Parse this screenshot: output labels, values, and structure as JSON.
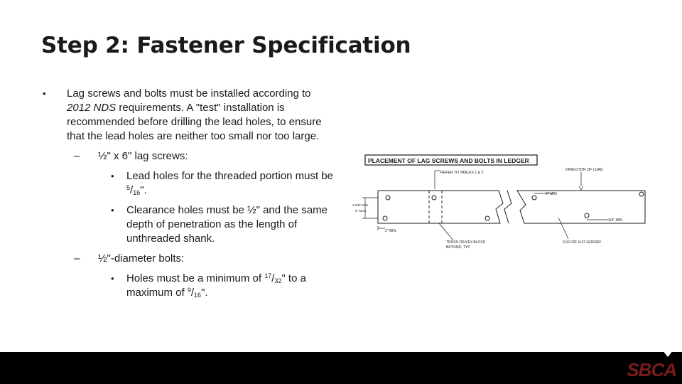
{
  "slide": {
    "title": "Step 2: Fastener Specification",
    "bullet": {
      "text_before": "Lag screws and bolts must be installed according to ",
      "text_italic": "2012 NDS",
      "text_after": " requirements. A \"test\" installation is recommended before drilling the lead holes, to ensure that the lead holes are neither too small nor too large.",
      "sub1": {
        "text": "½\" x 6\" lag screws:",
        "items": [
          {
            "before": "Lead holes for the threaded portion must be ",
            "num": "5",
            "den": "16",
            "after": "\"."
          },
          {
            "text": "Clearance holes must be ½\" and the same depth of penetration as the length of unthreaded shank."
          }
        ]
      },
      "sub2": {
        "text": "½\"-diameter bolts:",
        "item": {
          "before": "Holes must be a minimum of ",
          "num1": "17",
          "den1": "32",
          "mid": "\" to a maximum of ",
          "num2": "9",
          "den2": "16",
          "after": "\"."
        }
      }
    },
    "symbols": {
      "bullet": "•",
      "dash": "–"
    }
  },
  "diagram": {
    "title": "PLACEMENT OF LAG SCREWS AND BOLTS IN LEDGER",
    "labels": {
      "refer": "REFER TO TABLES 1 & 2",
      "direction": "DIRECTION OF LOAD",
      "two_min": "2\" MIN.",
      "dim_left_1": "1-5/8\" MIN.",
      "dim_left_2": "5\" MAX.",
      "two_min_bottom": "2\" MIN.",
      "three_quarter_min": "3/4\" MIN",
      "truss_1": "TRUSS OR KEY-BLOCK",
      "truss_2": "BEYOND, TYP.",
      "ledger": "2x10 OR 2x12 LEDGER"
    }
  },
  "footer": {
    "logo": "SBCA"
  }
}
